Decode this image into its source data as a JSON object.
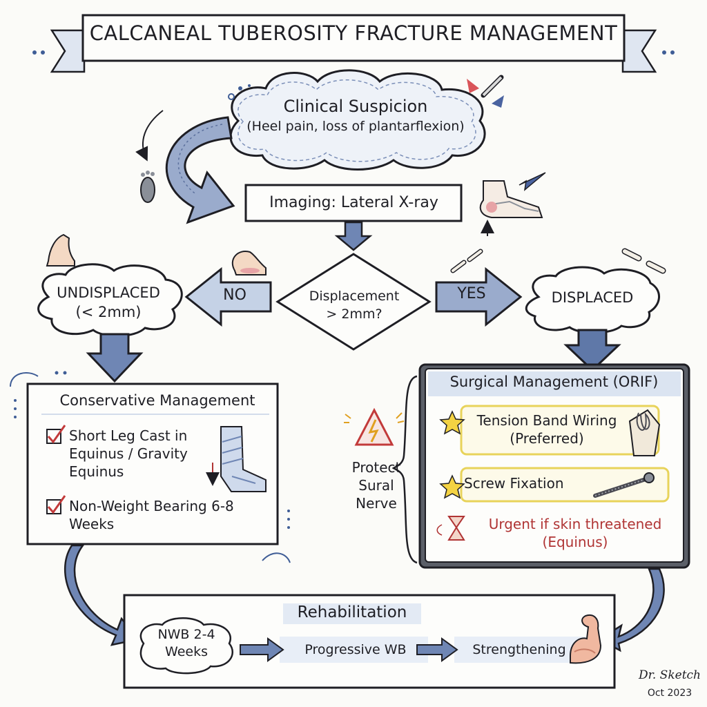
{
  "title": "CALCANEAL TUBEROSITY FRACTURE MANAGEMENT",
  "clinical": {
    "title": "Clinical Suspicion",
    "subtitle": "(Heel pain, loss of plantarflexion)"
  },
  "imaging": "Imaging: Lateral X-ray",
  "decision": {
    "question": "Displacement\n> 2mm?",
    "no": "NO",
    "yes": "YES"
  },
  "undisplaced": "UNDISPLACED\n(< 2mm)",
  "displaced": "DISPLACED",
  "conservative": {
    "title": "Conservative Management",
    "items": [
      "Short Leg Cast in Equinus / Gravity Equinus",
      "Non-Weight Bearing 6-8 Weeks"
    ]
  },
  "surgical": {
    "title": "Surgical Management (ORIF)",
    "items": [
      "Tension Band Wiring (Preferred)",
      "Screw Fixation"
    ],
    "urgent": "Urgent if skin threatened (Equinus)"
  },
  "nerve_warning": "Protect Sural Nerve",
  "rehabilitation": {
    "title": "Rehabilitation",
    "steps": [
      "NWB 2-4 Weeks",
      "Progressive WB",
      "Strengthening"
    ]
  },
  "signature": {
    "name": "Dr. Sketch",
    "date": "Oct 2023"
  },
  "colors": {
    "ink": "#1e1e24",
    "arrow_fill": "#6f86b4",
    "arrow_light": "#c5d2e6",
    "highlight_yellow": "#f3e27a",
    "urgent_red": "#b03434",
    "paper": "#fbfbf8"
  },
  "icons": [
    "foot-print-icon",
    "bone-x-ray-icon",
    "broken-bone-icon",
    "checkbox-icon",
    "cast-leg-icon",
    "warning-lightning-icon",
    "star-icon",
    "tension-wire-icon",
    "screw-icon",
    "hourglass-icon",
    "flexed-arm-icon",
    "pencil-icon"
  ]
}
